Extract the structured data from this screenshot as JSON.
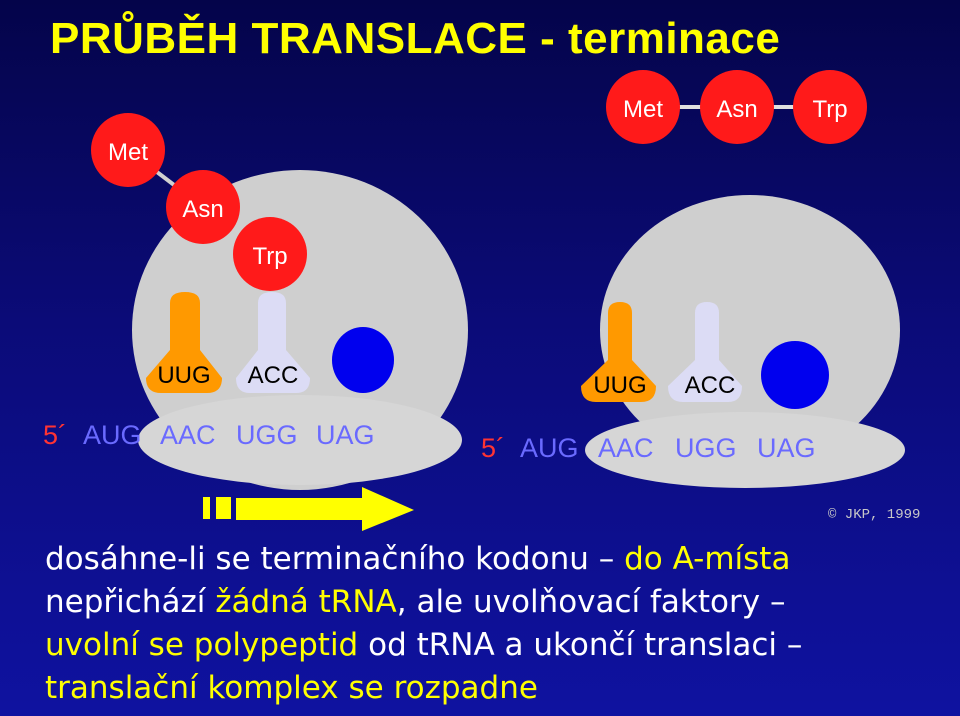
{
  "title": "PRŮBĚH TRANSLACE - terminace",
  "left_panel": {
    "amino_acids": [
      "Met",
      "Asn",
      "Trp"
    ],
    "trna_anticodons": [
      "UUG",
      "ACC"
    ],
    "mrna_prime": "5´",
    "codons": [
      "AUG",
      "AAC",
      "UGG",
      "UAG"
    ]
  },
  "right_panel": {
    "amino_acids": [
      "Met",
      "Asn",
      "Trp"
    ],
    "trna_anticodons": [
      "UUG",
      "ACC"
    ],
    "mrna_prime": "5´",
    "codons": [
      "AUG",
      "AAC",
      "UGG",
      "UAG"
    ]
  },
  "copyright": "© JKP, 1999",
  "text_lines": [
    {
      "parts": [
        {
          "text": "dosáhne-li se terminačního kodonu – ",
          "color": "white"
        },
        {
          "text": "do A-místa",
          "color": "yellow"
        }
      ]
    },
    {
      "parts": [
        {
          "text": "nepřichází ",
          "color": "white"
        },
        {
          "text": "žádná tRNA",
          "color": "yellow"
        },
        {
          "text": ", ale uvolňovací faktory –",
          "color": "white"
        }
      ]
    },
    {
      "parts": [
        {
          "text": "uvolní se polypeptid",
          "color": "yellow"
        },
        {
          "text": " od tRNA a ukončí translaci –",
          "color": "white"
        }
      ]
    },
    {
      "parts": [
        {
          "text": "translační komplex se rozpadne",
          "color": "yellow"
        }
      ]
    }
  ],
  "colors": {
    "background": "#0b0b78",
    "title": "#ffff00",
    "amino_acid": "#ff1a1a",
    "ribosome": "#cfcfcf",
    "trna_orange": "#ff9900",
    "trna_lavender": "#dcdcf5",
    "release_factor": "#0000ee",
    "codon_text": "#6a6aff",
    "prime_text": "#ff3333",
    "arrow": "#ffff00"
  }
}
